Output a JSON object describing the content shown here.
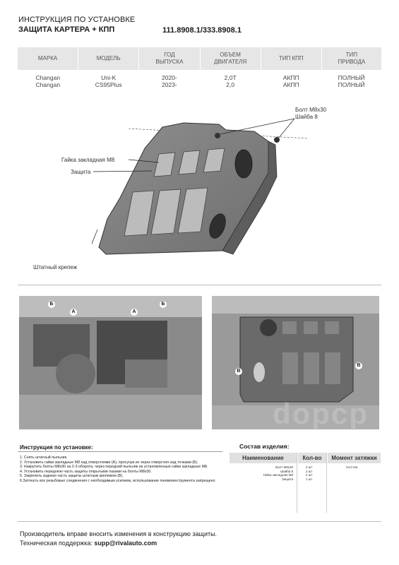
{
  "header": {
    "line1": "ИНСТРУКЦИЯ ПО УСТАНОВКЕ",
    "line2": "ЗАЩИТА КАРТЕРА + КПП",
    "article": "111.8908.1/333.8908.1"
  },
  "spec_table": {
    "headers": [
      [
        "МАРКА",
        ""
      ],
      [
        "МОДЕЛЬ",
        ""
      ],
      [
        "ГОД",
        "ВЫПУСКА"
      ],
      [
        "ОБЪЕМ",
        "ДВИГАТЕЛЯ"
      ],
      [
        "ТИП КПП",
        ""
      ],
      [
        "ТИП",
        "ПРИВОДА"
      ]
    ],
    "rows": [
      [
        "Changan",
        "Uni-K",
        "2020-",
        "2,0T",
        "АКПП",
        "ПОЛНЫЙ"
      ],
      [
        "Changan",
        "CS95Plus",
        "2023-",
        "2,0",
        "АКПП",
        "ПОЛНЫЙ"
      ]
    ]
  },
  "diagram_labels": {
    "bolt": "Болт М8х30",
    "washer": "Шайба 8",
    "nut": "Гайка закладная М8",
    "guard": "Защита",
    "fastener": "Штатный крепеж"
  },
  "photo_labels": {
    "a1": "A",
    "a2": "A",
    "b1": "Б",
    "b2": "Б",
    "v1": "В",
    "v2": "В"
  },
  "watermark": "dopcp",
  "instructions": {
    "title": "Инструкция по установке:",
    "steps": [
      "1. Снять штатный пыльник.",
      "2. Установить гайки закладные М8 над отверстиями (А), просунув их через отверстия над точками (Б).",
      "3. Накрутить болты М8х30 на 2-3 оборота, через передний пыльник на установленные гайки закладные М8.",
      "4. Установить переднюю часть защиты открытыми пазами на болты М8х30.",
      "5. Закрепить заднюю часть защиты штатным крепежом (В).",
      "6.Затянуть все резьбовые соединения с необходимым усилием, использование пневмоинструмента запрещено"
    ]
  },
  "composition": {
    "title": "Состав изделия:",
    "headers": [
      "Наименование",
      "Кол-во",
      "Момент затяжки"
    ],
    "rows": [
      [
        "Болт М8х30",
        "2 шт",
        "24,0 Нм"
      ],
      [
        "Шайба 8",
        "2 шт",
        ""
      ],
      [
        "Гайка закладная М8",
        "2 шт",
        ""
      ],
      [
        "Защита",
        "1 шт",
        ""
      ]
    ]
  },
  "footer": {
    "notice": "Производитель вправе вносить изменения в конструкцию защиты.",
    "support_label": "Техническая поддержка: ",
    "support_email": "supp@rivalauto.com"
  }
}
